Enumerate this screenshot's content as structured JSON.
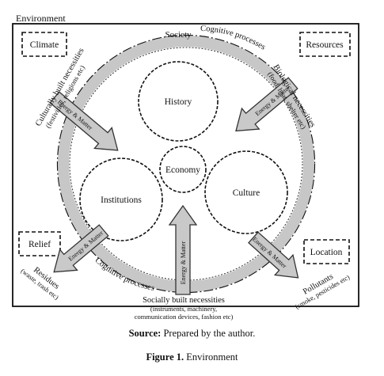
{
  "diagram": {
    "environment_label": "Environment",
    "society_label": "Society",
    "corner_boxes": {
      "climate": "Climate",
      "resources": "Resources",
      "relief": "Relief",
      "location": "Location"
    },
    "spheres": {
      "history": "History",
      "economy": "Economy",
      "institutions": "Institutions",
      "culture": "Culture"
    },
    "ring_labels": {
      "cognitive_top": "Cognitive processes",
      "cognitive_bottom": "Cognitive processes"
    },
    "arrow_labels": {
      "energy_matter": "Energy & Matter"
    },
    "necessities": {
      "cultural_title": "Culturally built necessities",
      "cultural_detail": "(festivities, religions etc)",
      "biological_title": "Biological necessities",
      "biological_detail": "(food, heat, shelter etc)",
      "social_title": "Socially built necessities",
      "social_detail_1": "(instruments, machinery,",
      "social_detail_2": "communication devices, fashion etc)"
    },
    "outputs": {
      "residues_title": "Residues",
      "residues_detail": "(waste, trash etc)",
      "pollutants_title": "Pollutants",
      "pollutants_detail": "(smoke, pesticides etc)"
    }
  },
  "caption": {
    "source_label": "Source:",
    "source_text": " Prepared by the author.",
    "figure_label": "Figure 1.",
    "figure_text": " Environment"
  }
}
